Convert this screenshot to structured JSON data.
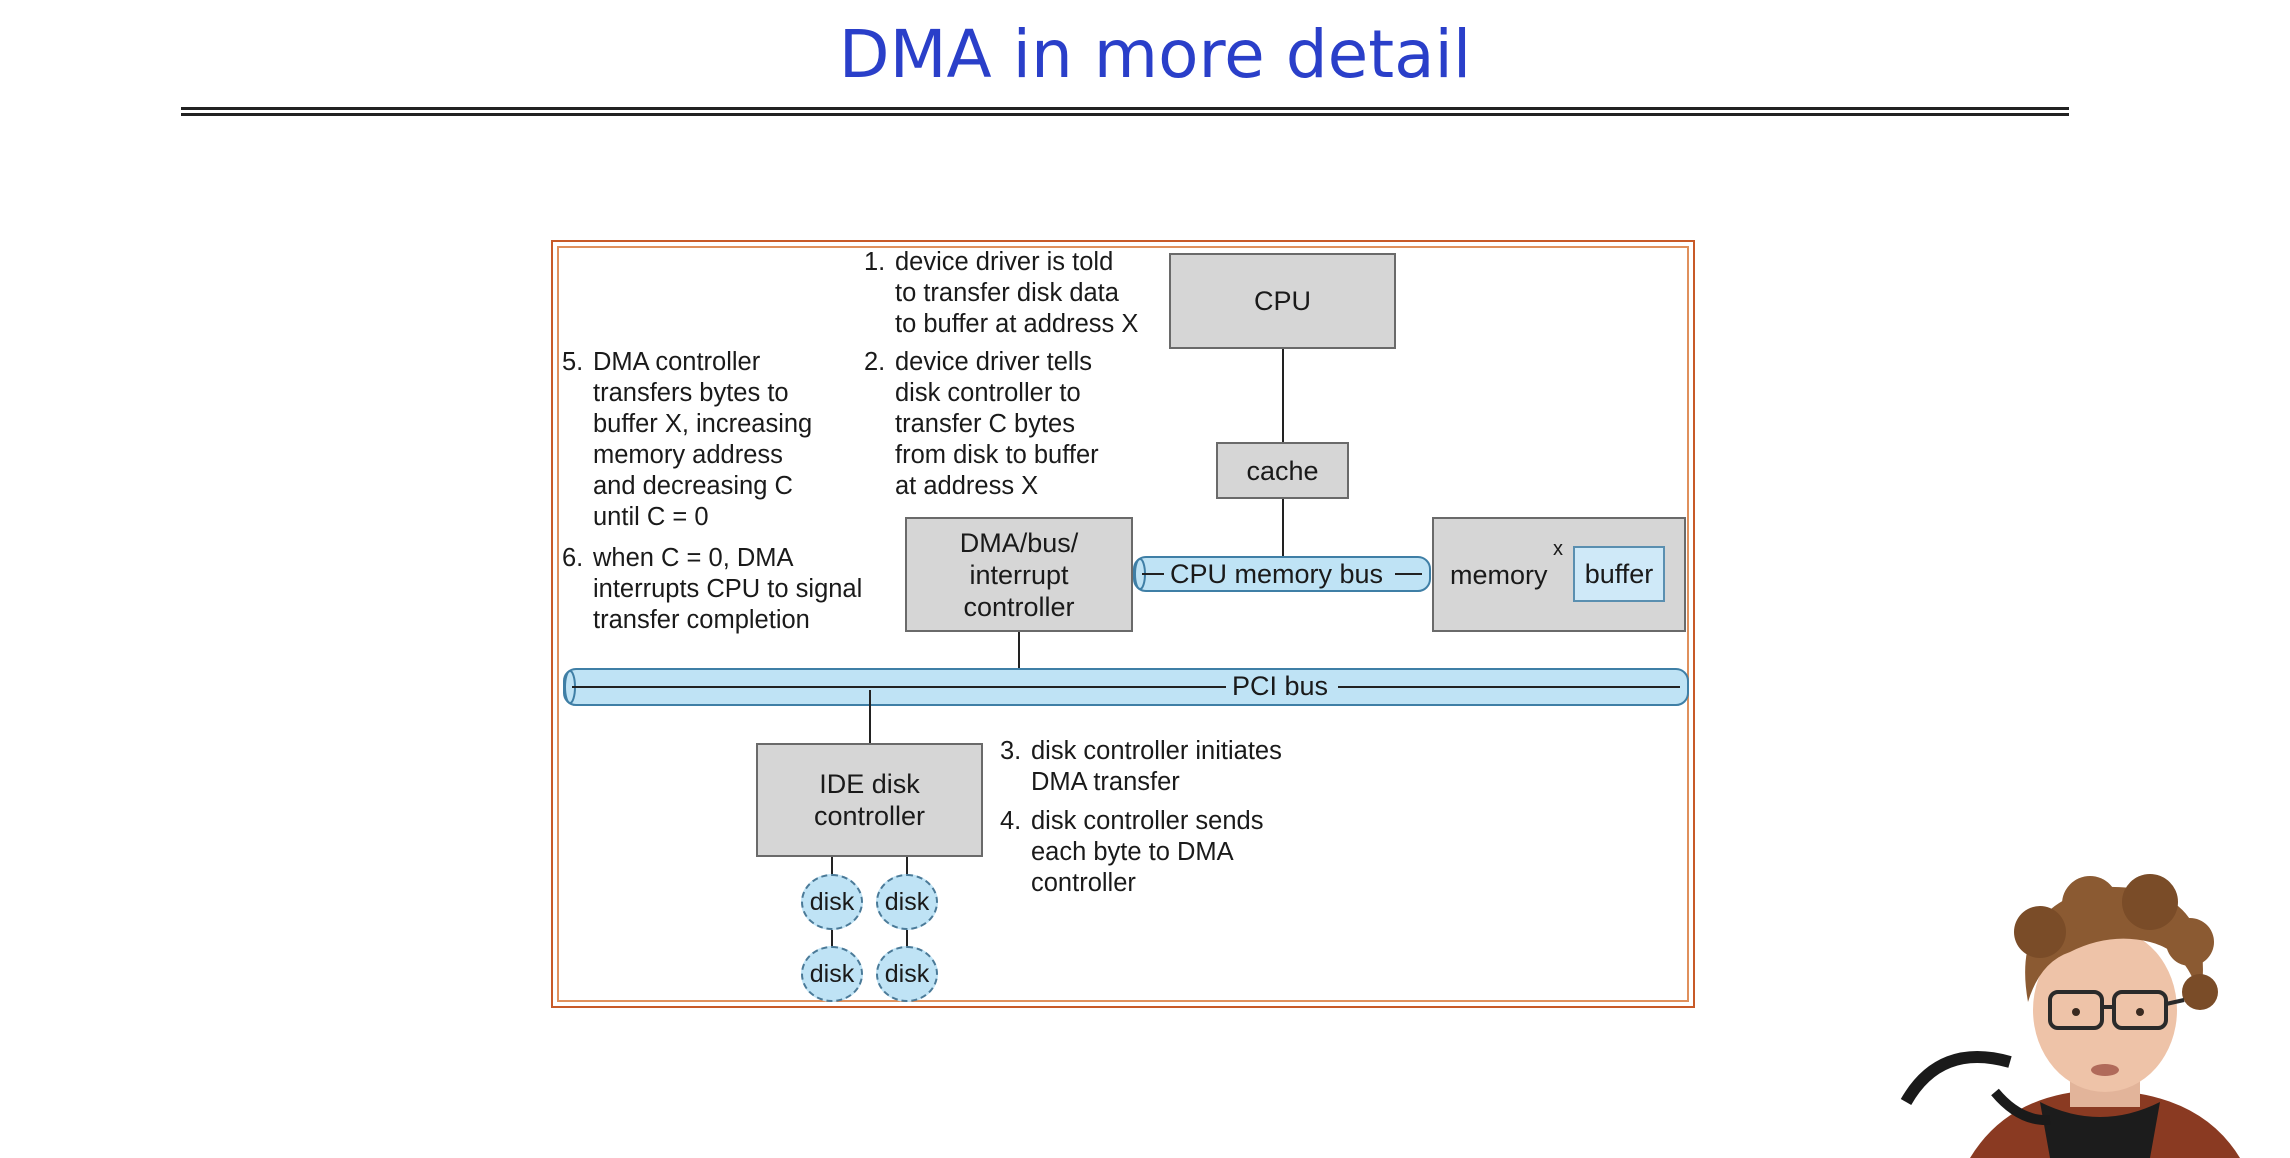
{
  "slide": {
    "title": "DMA in more detail"
  },
  "diagram": {
    "boxes": {
      "cpu": "CPU",
      "cache": "cache",
      "dma_controller": "DMA/bus/\ninterrupt\ncontroller",
      "memory": "memory",
      "buffer": "buffer",
      "buffer_address": "x",
      "ide_controller": "IDE disk\ncontroller"
    },
    "buses": {
      "cpu_memory_bus": "CPU memory bus",
      "pci_bus": "PCI bus"
    },
    "disks": [
      "disk",
      "disk",
      "disk",
      "disk"
    ],
    "steps": [
      {
        "num": "1.",
        "text": "device driver is told\nto transfer disk data\nto buffer at address X"
      },
      {
        "num": "2.",
        "text": "device driver tells\ndisk controller to\ntransfer C bytes\nfrom disk to buffer\nat address X"
      },
      {
        "num": "3.",
        "text": "disk controller initiates\nDMA transfer"
      },
      {
        "num": "4.",
        "text": "disk controller sends\neach byte to DMA\ncontroller"
      },
      {
        "num": "5.",
        "text": "DMA controller\ntransfers bytes to\nbuffer X, increasing\nmemory address\nand decreasing C\nuntil C = 0"
      },
      {
        "num": "6.",
        "text": "when C = 0, DMA\ninterrupts CPU to signal\ntransfer completion"
      }
    ]
  },
  "colors": {
    "title": "#2a3fc9",
    "frame": "#c85a28",
    "bus_fill": "#bfe3f5",
    "box_fill": "#d6d6d6"
  }
}
